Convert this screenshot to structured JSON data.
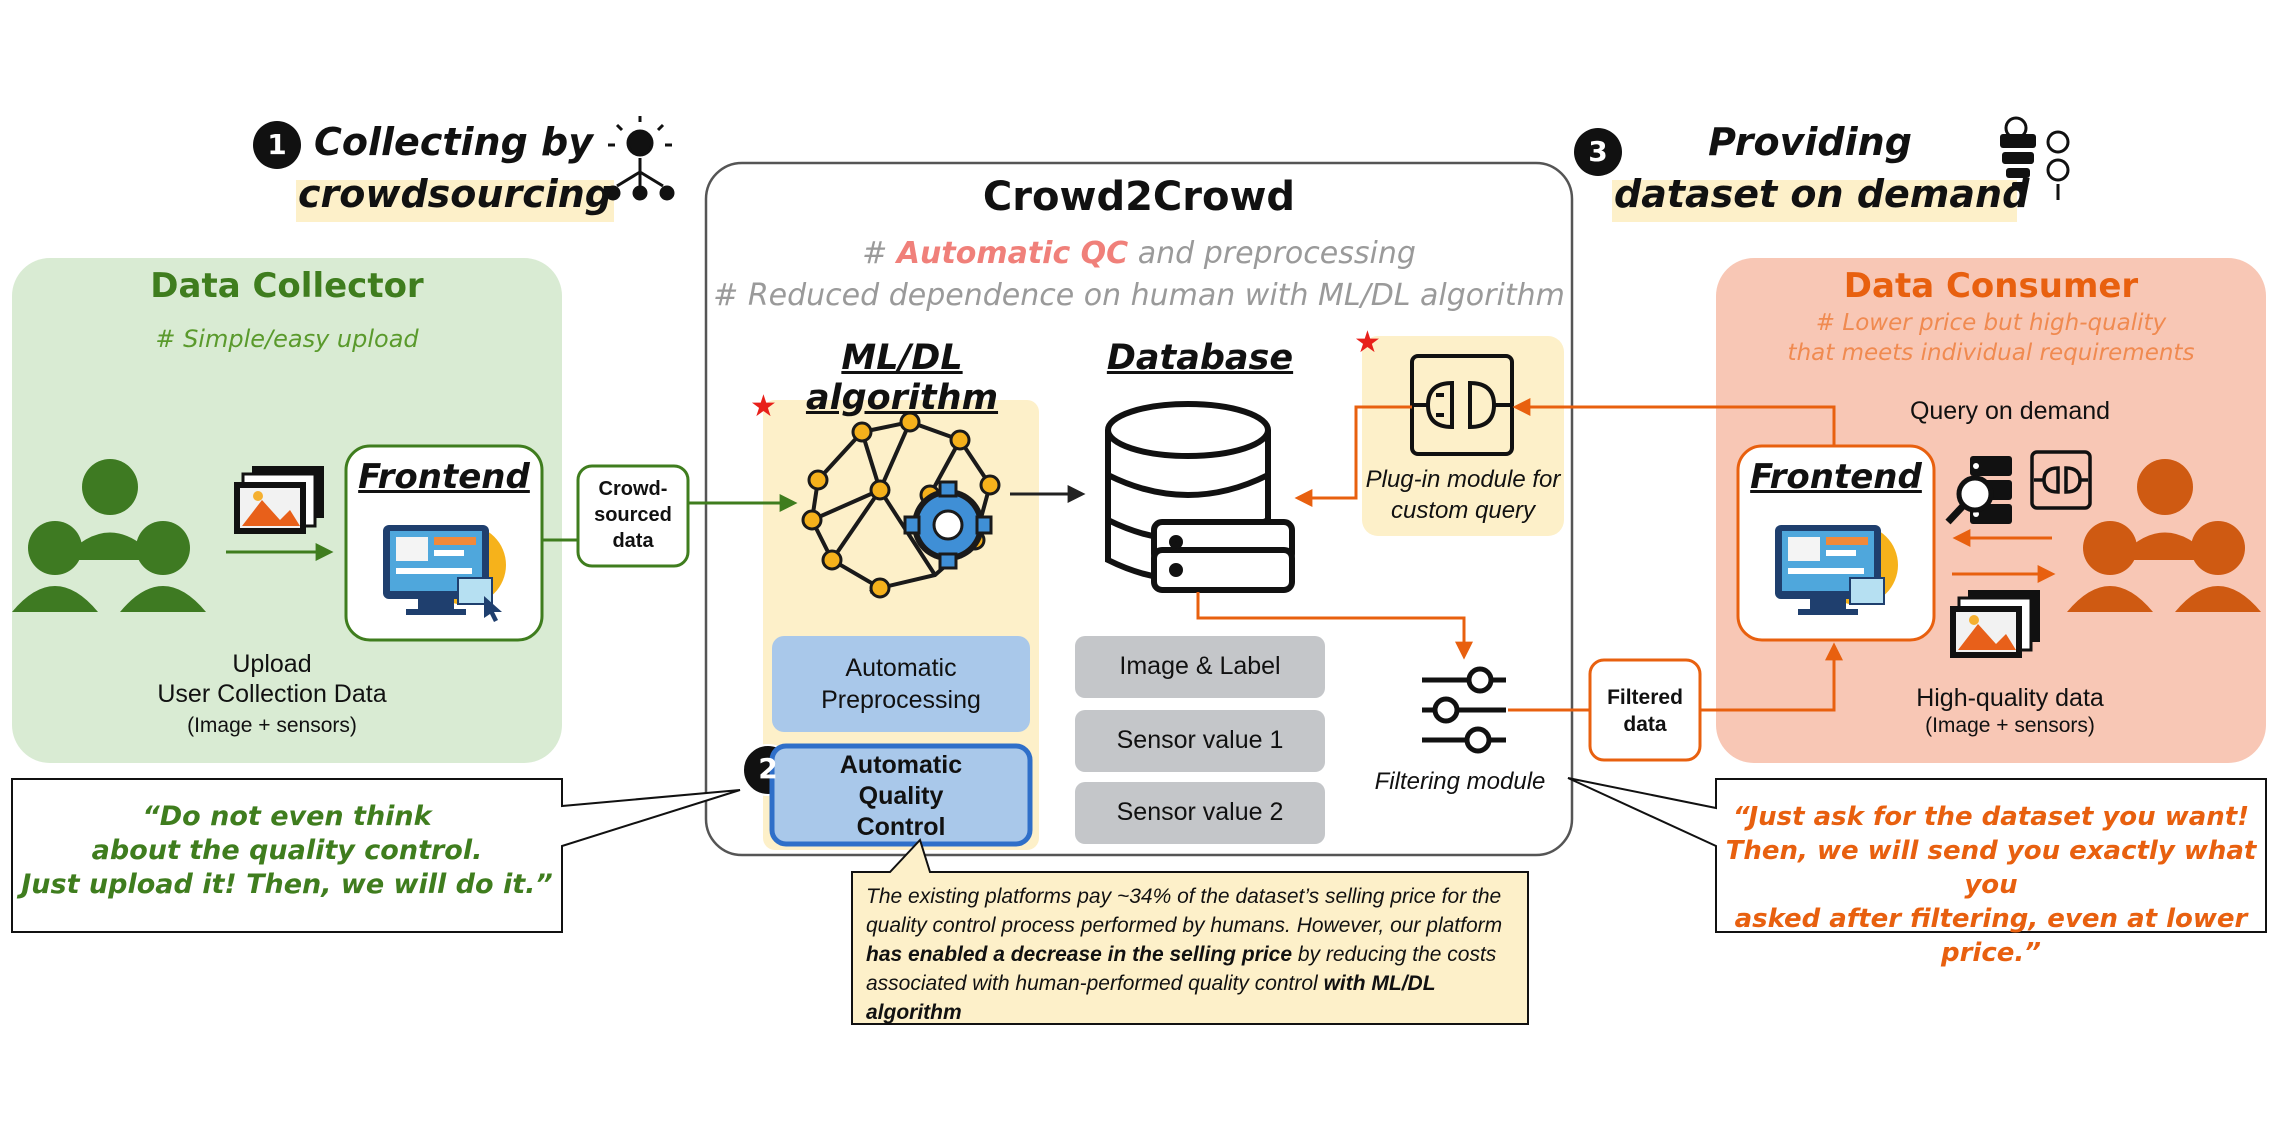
{
  "steps": {
    "collect": {
      "number": "1",
      "line1": "Collecting by",
      "line2": "crowdsourcing"
    },
    "qc": {
      "number": "2"
    },
    "provide": {
      "number": "3",
      "line1": "Providing",
      "line2": "dataset on demand"
    }
  },
  "collector": {
    "title": "Data Collector",
    "subtitle": "# Simple/easy upload",
    "frontend": "Frontend",
    "upload_line1": "Upload",
    "upload_line2": "User Collection Data",
    "upload_line3": "(Image + sensors)",
    "quote_line1": "“Do not even think",
    "quote_line2": "about the quality control.",
    "quote_line3": "Just upload it! Then, we will do it.”"
  },
  "crowdsourced_box": {
    "line1": "Crowd-",
    "line2": "sourced",
    "line3": "data"
  },
  "platform": {
    "title": "Crowd2Crowd",
    "tag1_prefix": "# ",
    "tag1_highlight": "Automatic QC",
    "tag1_suffix": " and preprocessing",
    "tag2": "# Reduced dependence on human with ML/DL algorithm",
    "ml_title": "ML/DL algorithm",
    "db_title": "Database",
    "star": "★",
    "preprocess_line1": "Automatic",
    "preprocess_line2": "Preprocessing",
    "qc_line1": "Automatic",
    "qc_line2": "Quality",
    "qc_line3": "Control",
    "db_items": [
      "Image & Label",
      "Sensor value 1",
      "Sensor value 2"
    ],
    "plugin_line1": "Plug-in module for",
    "plugin_line2": "custom query",
    "filtering": "Filtering module"
  },
  "note": {
    "part1": "The existing platforms pay ~34% of the dataset’s selling price for the quality control process performed by humans. However, our platform ",
    "bold1": "has enabled a decrease in the selling price",
    "part2": " by reducing the costs associated with human-performed quality control ",
    "bold2": "with ML/DL algorithm"
  },
  "filtered_box": {
    "line1": "Filtered",
    "line2": "data"
  },
  "consumer": {
    "title": "Data Consumer",
    "subtitle_line1": "# Lower price but high-quality",
    "subtitle_line2": "that meets individual requirements",
    "query": "Query on demand",
    "frontend": "Frontend",
    "hq_line1": "High-quality data",
    "hq_line2": "(Image + sensors)",
    "quote_line1": "“Just ask for the dataset you want!",
    "quote_line2": "Then, we will send you exactly what you",
    "quote_line3": "asked after filtering, even at lower price.”"
  },
  "colors": {
    "green": "#3f7d1e",
    "orange": "#e8600f",
    "blue_box": "#a9c8ea",
    "qc_border": "#2f6fc9",
    "grey_box": "#c4c6c9",
    "cream": "#fdf0c9"
  }
}
